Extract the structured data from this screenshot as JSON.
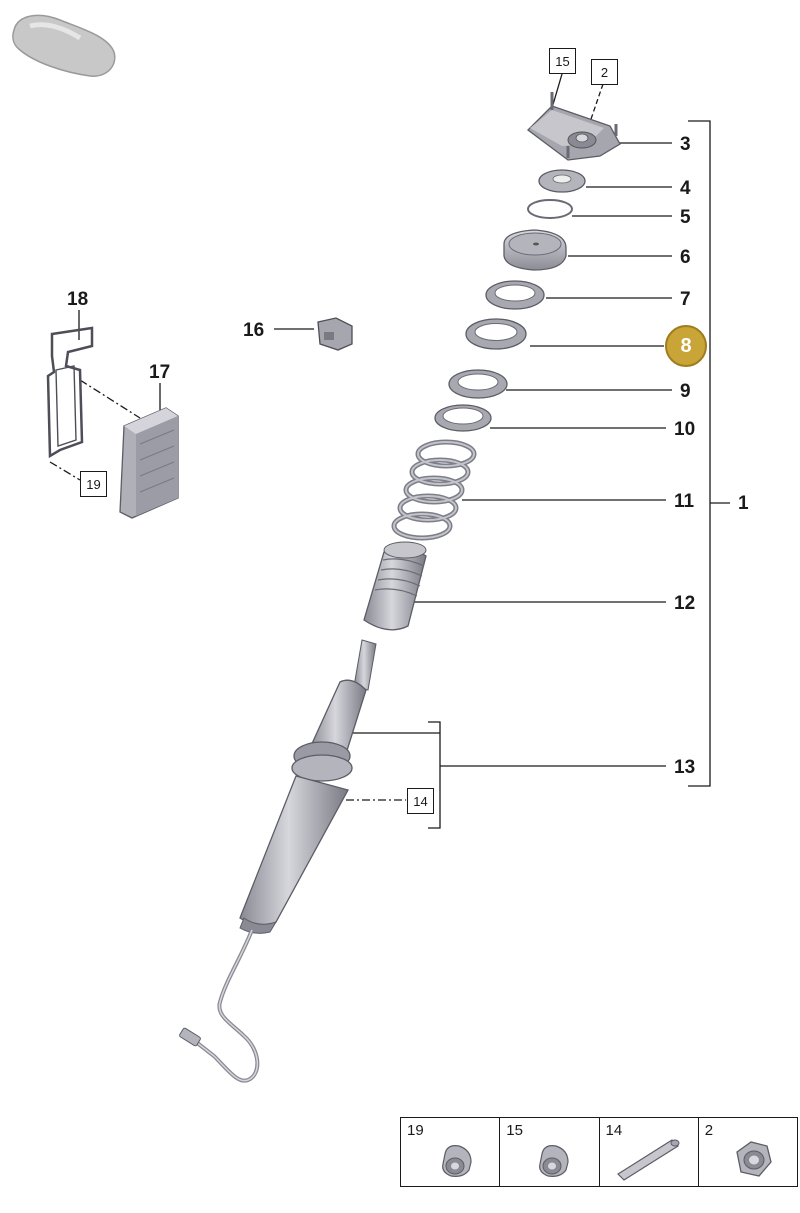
{
  "labels": {
    "l1": "1",
    "l3": "3",
    "l4": "4",
    "l5": "5",
    "l6": "6",
    "l7": "7",
    "l8": "8",
    "l9": "9",
    "l10": "10",
    "l11": "11",
    "l12": "12",
    "l13": "13",
    "l16": "16",
    "l17": "17",
    "l18": "18"
  },
  "boxed": {
    "b15": "15",
    "b2": "2",
    "b19": "19",
    "b14": "14"
  },
  "highlight": {
    "label": "8",
    "color": "#c9a437"
  },
  "legend": [
    {
      "number": "19",
      "icon": "nut-icon"
    },
    {
      "number": "15",
      "icon": "nut-icon"
    },
    {
      "number": "14",
      "icon": "pin-icon"
    },
    {
      "number": "2",
      "icon": "hex-nut-icon"
    }
  ]
}
